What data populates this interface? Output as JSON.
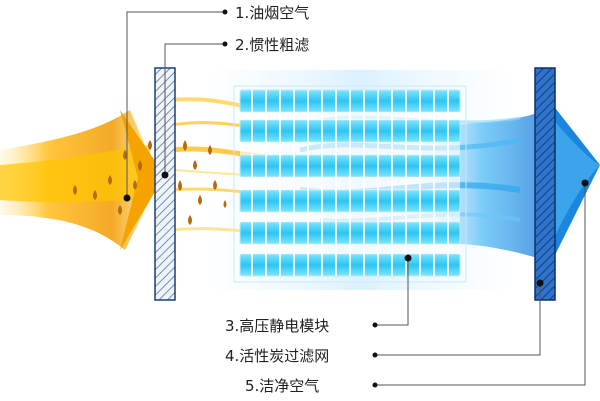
{
  "labels": {
    "l1": "1.油烟空气",
    "l2": "2.惯性粗滤",
    "l3": "3.高压静电模块",
    "l4": "4.活性炭过滤网",
    "l5": "5.洁净空气"
  },
  "colors": {
    "dirty_air": "#f5a900",
    "clean_air": "#1a9be8",
    "filter_cell": "#3fd0f5",
    "leader_line": "#555555"
  },
  "icons": [
    "droplet-icon",
    "arrow-right-icon"
  ]
}
